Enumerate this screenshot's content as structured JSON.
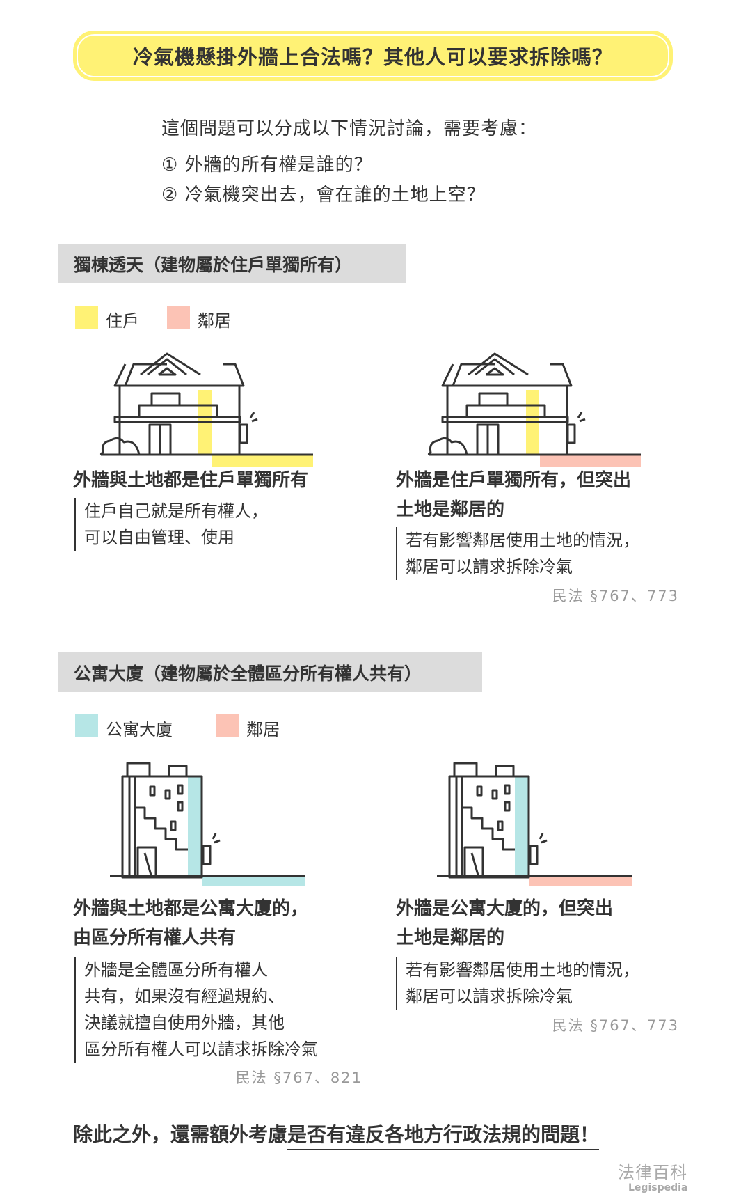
{
  "title": "冷氣機懸掛外牆上合法嗎？其他人可以要求拆除嗎？",
  "intro": {
    "lead": "這個問題可以分成以下情況討論，需要考慮：",
    "q1": "① 外牆的所有權是誰的？",
    "q2": "② 冷氣機突出去，會在誰的土地上空？"
  },
  "colors": {
    "resident": "#fff275",
    "neighbor": "#fcc3b5",
    "apartment": "#b6e6e6",
    "section_bg": "#dcdcdc"
  },
  "section1": {
    "header": "獨棟透天（建物屬於住戶單獨所有）",
    "legend": [
      "住戶",
      "鄰居"
    ],
    "left": {
      "caption": "外牆與土地都是住戶單獨所有",
      "body": [
        "住戶自己就是所有權人，",
        "可以自由管理、使用"
      ]
    },
    "right": {
      "caption": [
        "外牆是住戶單獨所有，但突出",
        "土地是鄰居的"
      ],
      "body": [
        "若有影響鄰居使用土地的情況，",
        "鄰居可以請求拆除冷氣"
      ],
      "cite": "民法 §767、773"
    }
  },
  "section2": {
    "header": "公寓大廈（建物屬於全體區分所有權人共有）",
    "legend": [
      "公寓大廈",
      "鄰居"
    ],
    "left": {
      "caption": [
        "外牆與土地都是公寓大廈的，",
        "由區分所有權人共有"
      ],
      "body": [
        "外牆是全體區分所有權人",
        "共有，如果沒有經過規約、",
        "決議就擅自使用外牆，其他",
        "區分所有權人可以請求拆除冷氣"
      ],
      "cite": "民法 §767、821"
    },
    "right": {
      "caption": [
        "外牆是公寓大廈的，但突出",
        "土地是鄰居的"
      ],
      "body": [
        "若有影響鄰居使用土地的情況，",
        "鄰居可以請求拆除冷氣"
      ],
      "cite": "民法 §767、773"
    }
  },
  "footer": {
    "pre": "除此之外，還需額外考慮",
    "emph": "是否有違反各地方行政法規的問題！"
  },
  "logo": {
    "zh": "法律百科",
    "en": "Legispedia"
  }
}
